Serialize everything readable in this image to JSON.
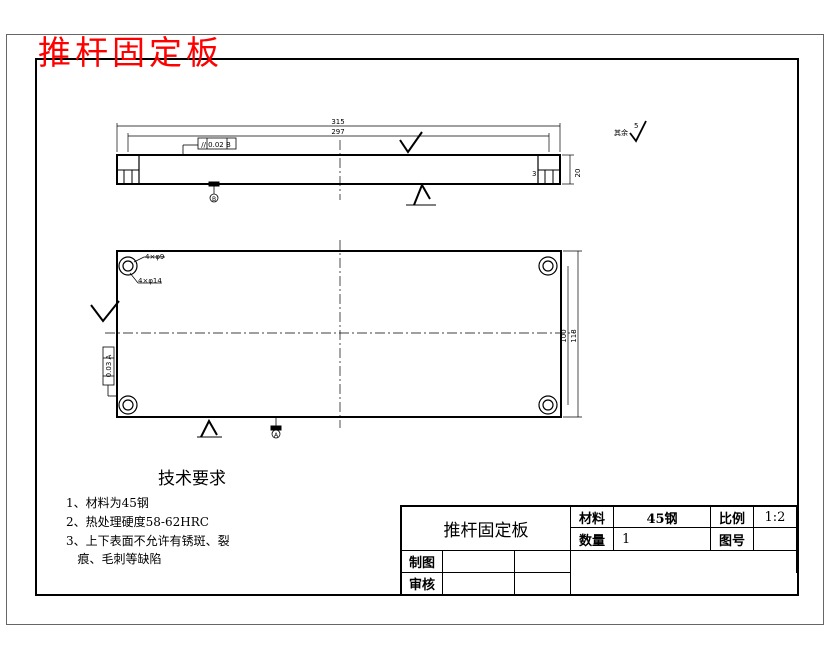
{
  "header": {
    "title": "推杆固定板"
  },
  "drawing": {
    "front_view": {
      "dim_overall": "315",
      "dim_inner": "297",
      "flatness": "// 0.02 B",
      "datum_b": "B",
      "dim_height": "20",
      "dim_side": "3"
    },
    "top_view": {
      "hole_note_1": "4×φ9",
      "hole_note_2": "4×φ14",
      "perpendicularity": "0.03 A",
      "datum_a": "A",
      "dim_100": "100",
      "dim_118": "118"
    },
    "surface_finish_note": "其余",
    "surface_finish_value": "5"
  },
  "tech_requirements": {
    "title": "技术要求",
    "items": [
      "1、材料为45钢",
      "2、热处理硬度58-62HRC",
      "3、上下表面不允许有锈斑、裂",
      "   痕、毛刺等缺陷"
    ]
  },
  "title_block": {
    "part_name": "推杆固定板",
    "material_label": "材料",
    "material_value": "45钢",
    "scale_label": "比例",
    "scale_value": "1:2",
    "quantity_label": "数量",
    "quantity_value": "1",
    "drawing_no_label": "图号",
    "drawn_label": "制图",
    "checked_label": "审核"
  }
}
